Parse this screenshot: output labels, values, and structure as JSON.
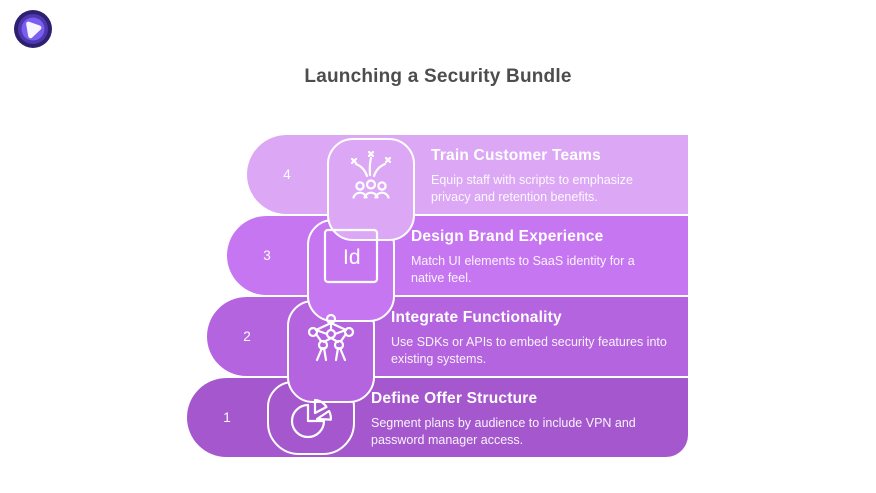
{
  "page": {
    "title": "Launching a Security Bundle",
    "title_color": "#4d4d4d",
    "background": "#ffffff"
  },
  "logo": {
    "name": "brand-logo",
    "outer_color": "#2e2070",
    "ring_color": "#4f37ae",
    "inner_color": "#7a5ef2",
    "glyph_color": "#f7f5ff"
  },
  "steps": [
    {
      "number": "4",
      "title": "Train Customer Teams",
      "description": "Equip staff with scripts to emphasize privacy and retention benefits.",
      "color": "#dca8f6",
      "icon": "celebration-team-icon"
    },
    {
      "number": "3",
      "title": "Design Brand Experience",
      "description": "Match UI elements to SaaS identity for a native feel.",
      "color": "#c776f2",
      "icon": "indesign-id-icon",
      "icon_label": "Id"
    },
    {
      "number": "2",
      "title": "Integrate Functionality",
      "description": "Use SDKs or APIs to embed security features into existing systems.",
      "color": "#b564df",
      "icon": "atomium-network-icon"
    },
    {
      "number": "1",
      "title": "Define Offer Structure",
      "description": "Segment plans by audience to include VPN and password manager access.",
      "color": "#a558ce",
      "icon": "pie-chart-icon"
    }
  ]
}
